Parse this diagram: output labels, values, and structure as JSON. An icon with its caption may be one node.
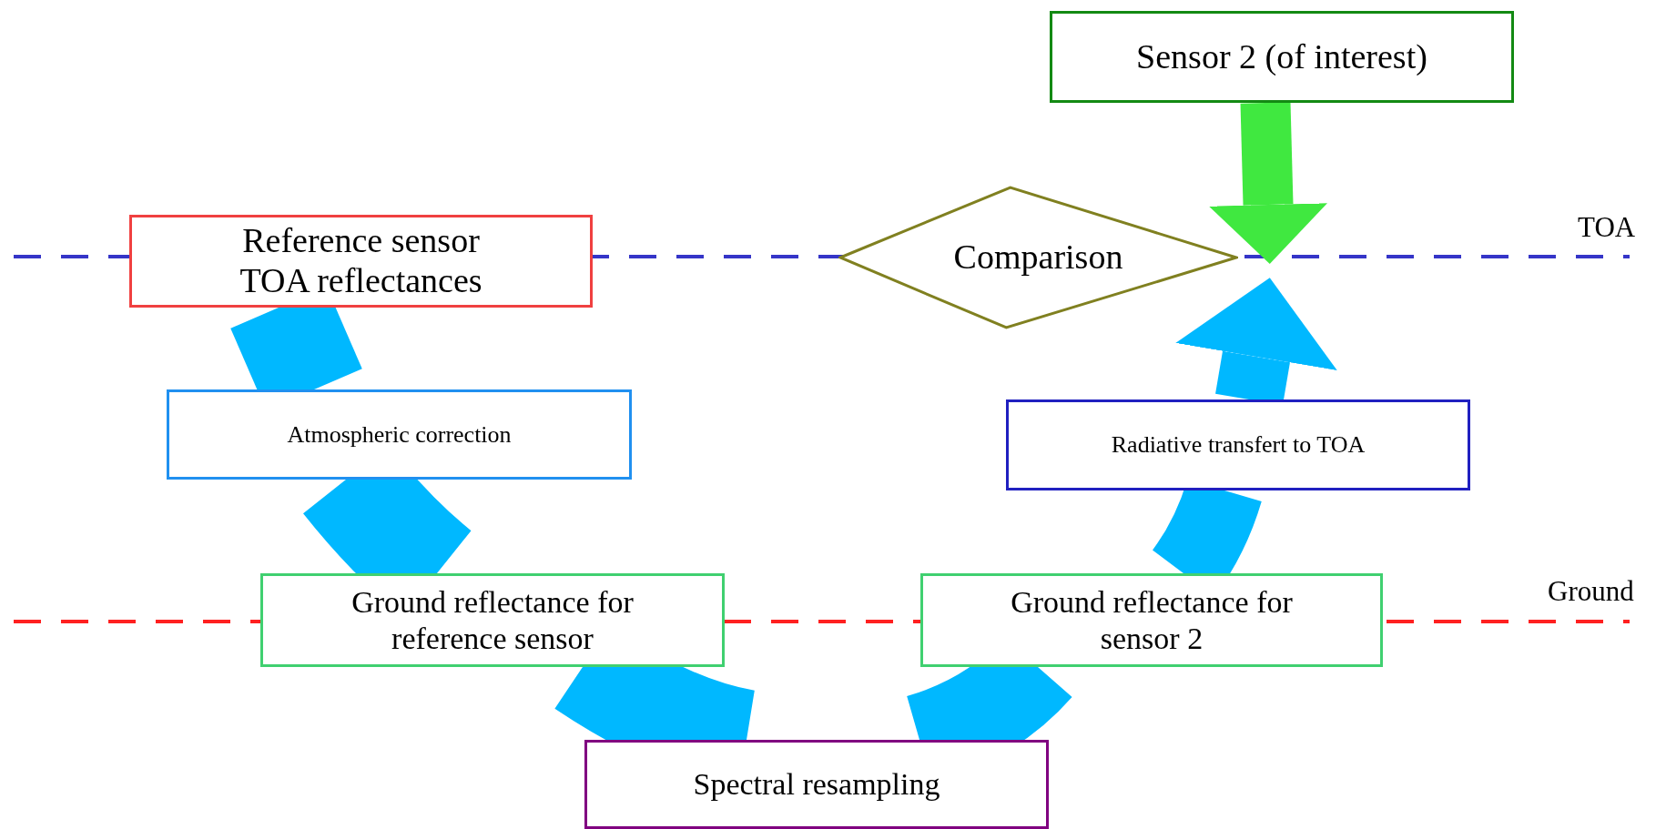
{
  "diagram": {
    "nodes": [
      {
        "text": [
          "Sensor 2 (of interest)"
        ]
      },
      {
        "text": [
          "Reference sensor TOA reflectances"
        ]
      },
      {
        "text": [
          "Comparison"
        ]
      },
      {
        "text": [
          "Atmospheric correction"
        ]
      },
      {
        "text": [
          "Radiative transfert to TOA"
        ]
      },
      {
        "text": [
          "Ground reflectance for reference sensor"
        ]
      },
      {
        "text": [
          "Ground reflectance for sensor 2"
        ]
      },
      {
        "text": [
          "Spectral resampling"
        ]
      }
    ],
    "edges": [
      {
        "from": 1,
        "to": 3,
        "arrow": "none"
      },
      {
        "from": 3,
        "to": 5,
        "arrow": "none"
      },
      {
        "from": 5,
        "to": 7,
        "arrow": "none"
      },
      {
        "from": 7,
        "to": 6,
        "arrow": "none"
      },
      {
        "from": 6,
        "to": 4,
        "arrow": "none"
      },
      {
        "from": 4,
        "to": 2,
        "arrow": "to"
      },
      {
        "from": 0,
        "to": 2,
        "arrow": "to",
        "color": "#40e840"
      }
    ],
    "labels": [
      "TOA",
      "Ground"
    ]
  }
}
